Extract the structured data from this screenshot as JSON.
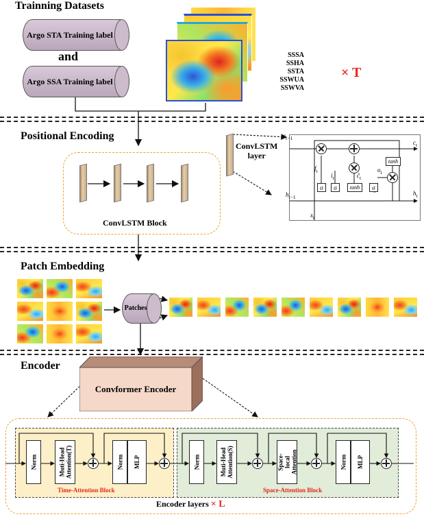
{
  "sections": {
    "training": "Trainning Datasets",
    "positional": "Positional Encoding",
    "patch": "Patch Embedding",
    "encoder": "Encoder"
  },
  "datasets": {
    "sta_label": "Argo STA Training label",
    "and": "and",
    "ssa_label": "Argo SSA Training label"
  },
  "variables": [
    "SSSA",
    "SSHA",
    "SSTA",
    "SSWUA",
    "SSWVA"
  ],
  "times_t": "× T",
  "convlstm": {
    "block_label": "ConvLSTM Block",
    "layer_label_1": "ConvLSTM",
    "layer_label_2": "layer",
    "cell": {
      "c_prev": "c",
      "c_prev_sub": "t−1",
      "c_t": "c",
      "c_t_sub": "t",
      "h_prev": "h",
      "h_prev_sub": "t−1",
      "h_t": "h",
      "h_t_sub": "t",
      "x_t": "x",
      "x_t_sub": "t",
      "f_t": "f",
      "i_t": "i",
      "c_tilde": "c̃",
      "o_t": "o",
      "sub_t": "t",
      "sigma": "σ",
      "tanh": "tanh"
    }
  },
  "patches_label": "Patches",
  "encoder": {
    "conformer_label": "Convformer Encoder",
    "time_block": {
      "norm": "Norm",
      "mha": "Muti-Head Attention(T)",
      "norm2": "Norm",
      "mlp": "MLP",
      "label": "Time-Attention Block"
    },
    "space_block": {
      "norm": "Norm",
      "mha": "Muti-Head Attention(S)",
      "sla": "Space-local Attention",
      "norm2": "Norm",
      "mlp": "MLP",
      "label": "Space-Attention Block"
    },
    "layers_label": "Encoder layers",
    "times_l": "× L"
  }
}
